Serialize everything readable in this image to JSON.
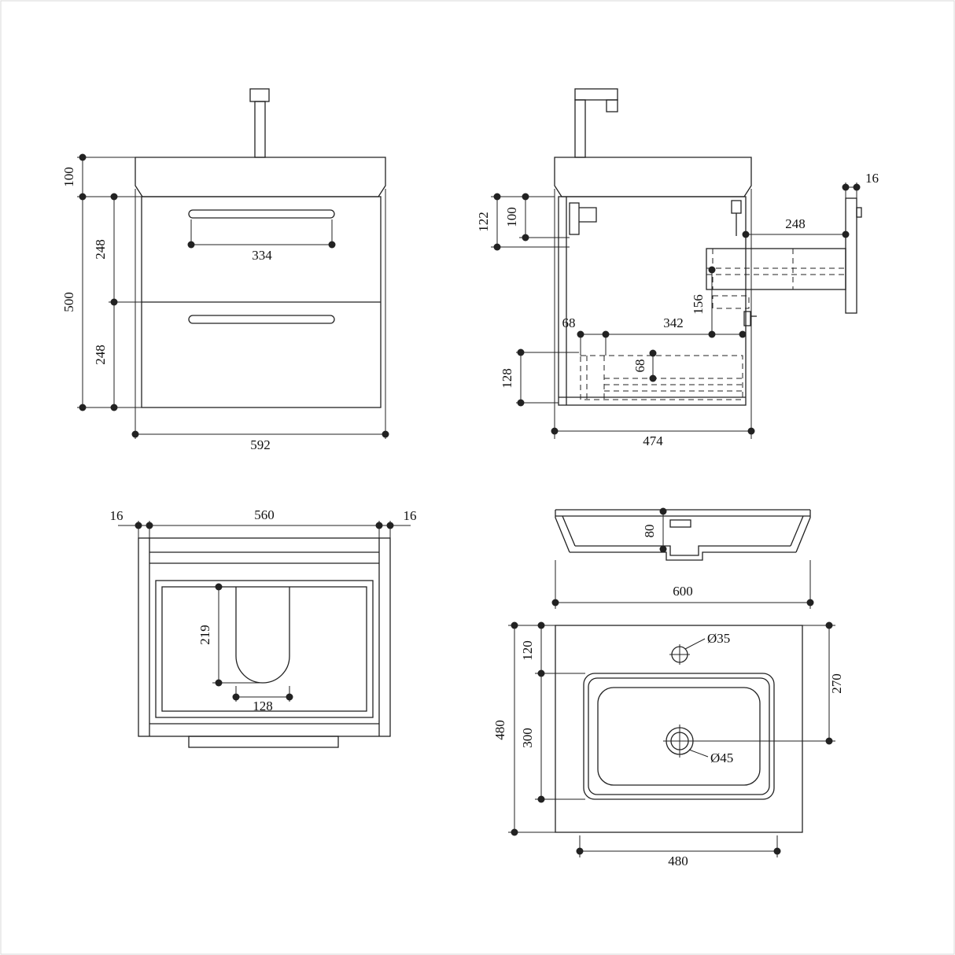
{
  "drawing": {
    "background": "#ffffff",
    "line_color": "#222222",
    "views": {
      "front": {
        "dims": {
          "basin_height": "100",
          "cabinet_height": "500",
          "top_drawer_height": "248",
          "bottom_drawer_height": "248",
          "handle_width": "334",
          "overall_width": "592"
        }
      },
      "side": {
        "dims": {
          "hanger_offset_a": "122",
          "hanger_offset_b": "100",
          "panel_thickness": "16",
          "pullout_depth": "248",
          "setback": "68",
          "runner_length": "342",
          "drawer_side_height": "156",
          "rail_spacing": "68",
          "base_height": "128",
          "overall_depth": "474"
        }
      },
      "plan": {
        "dims": {
          "left_panel_thickness": "16",
          "internal_width": "560",
          "right_panel_thickness": "16",
          "cutout_depth": "219",
          "cutout_width": "128"
        }
      },
      "basin": {
        "dims": {
          "basin_height": "80",
          "overall_width": "600",
          "rim_to_bowl": "120",
          "bowl_length": "300",
          "overall_depth": "480",
          "drain_offset": "270",
          "tap_hole": "Ø35",
          "waste_hole": "Ø45",
          "bowl_width": "480"
        }
      }
    }
  }
}
